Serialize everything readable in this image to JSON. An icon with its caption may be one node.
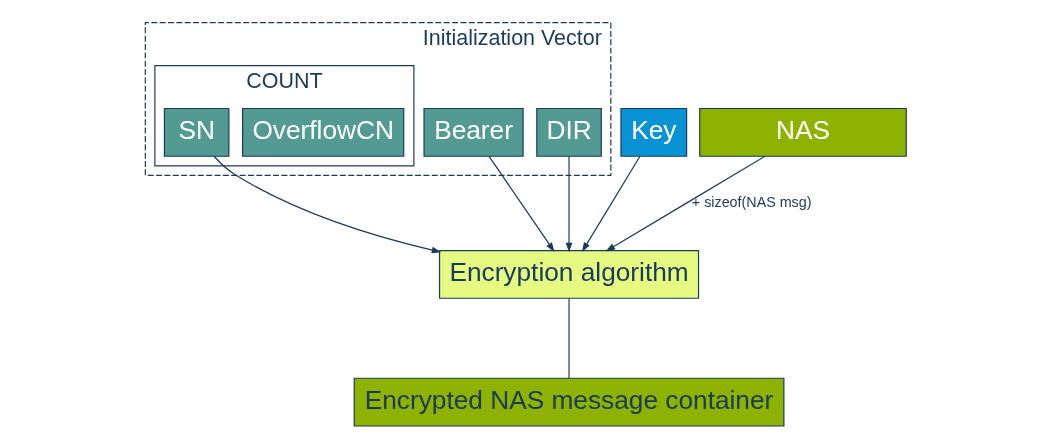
{
  "diagram": {
    "nodes": [
      {
        "text": [
          "Initialization Vector"
        ]
      },
      {
        "text": [
          "COUNT"
        ],
        "in": 0
      },
      {
        "text": [
          "OverflowCN"
        ],
        "in": 1
      },
      {
        "text": [
          "SN"
        ],
        "in": 1
      },
      {
        "text": [
          "Bearer"
        ],
        "in": 0
      },
      {
        "text": [
          "DIR"
        ],
        "in": 0
      },
      {
        "text": [
          "Key"
        ]
      },
      {
        "text": [
          "NAS"
        ]
      },
      {
        "text": [
          "Encryption algorithm"
        ]
      },
      {
        "text": [
          "Encrypted NAS message container"
        ]
      }
    ],
    "edges": [
      {
        "from": 3,
        "to": 8,
        "arrow": "to"
      },
      {
        "from": 4,
        "to": 8,
        "arrow": "to"
      },
      {
        "from": 5,
        "to": 8,
        "arrow": "to"
      },
      {
        "from": 6,
        "to": 8,
        "arrow": "to"
      },
      {
        "from": 7,
        "to": 8,
        "arrow": "to",
        "label": "+ sizeof(NAS msg)"
      },
      {
        "from": 8,
        "to": 9,
        "arrow": "none"
      }
    ]
  }
}
